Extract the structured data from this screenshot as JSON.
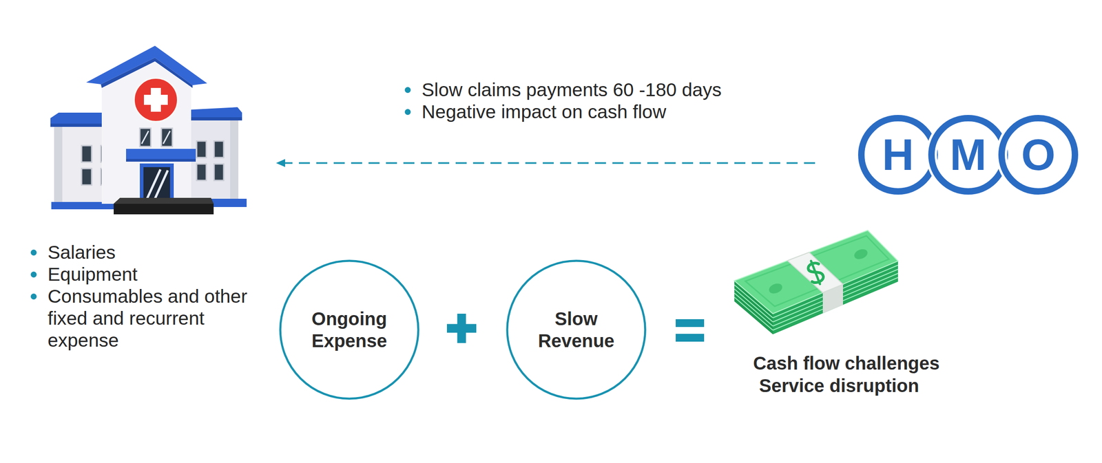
{
  "diagram": {
    "nodes": [
      {
        "text": [
          "Salaries",
          "Equipment",
          "Consumables and other fixed and recurrent expense"
        ]
      },
      {
        "text": [
          "H",
          "M",
          "O"
        ]
      },
      {
        "text": [
          "Ongoing Expense"
        ]
      },
      {
        "text": [
          "Slow Revenue"
        ]
      },
      {
        "text": [
          "Cash flow challenges",
          "Service disruption"
        ]
      }
    ],
    "edges": [
      {
        "from": 1,
        "to": 0,
        "arrow": "to"
      }
    ],
    "labels": [
      "Slow claims payments 60 -180 days",
      "Negative impact on cash flow"
    ]
  }
}
